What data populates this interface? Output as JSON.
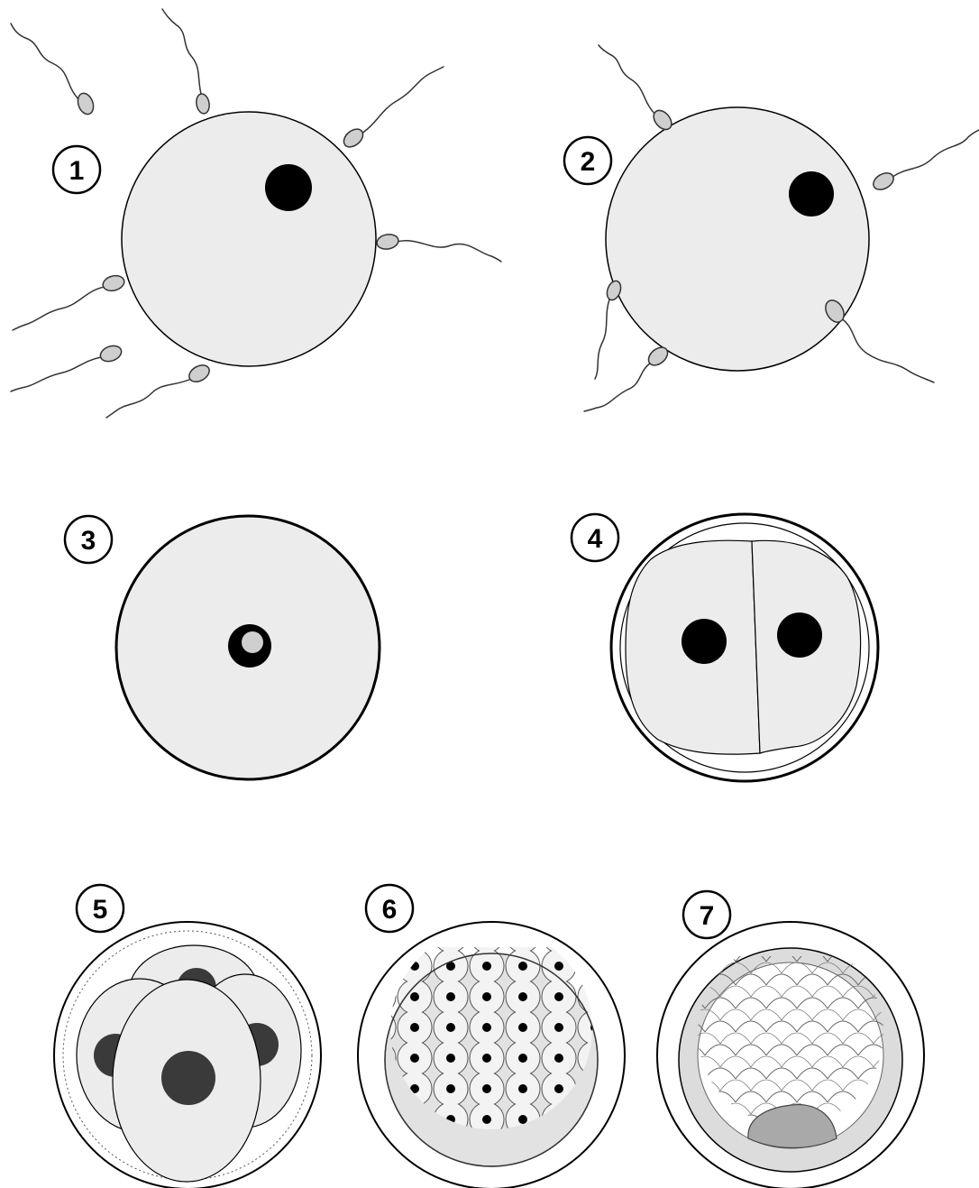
{
  "stages": [
    {
      "number": "1"
    },
    {
      "number": "2"
    },
    {
      "number": "3"
    },
    {
      "number": "4"
    },
    {
      "number": "5"
    },
    {
      "number": "6"
    },
    {
      "number": "7"
    }
  ],
  "colors": {
    "cell_fill": "#ececec",
    "outline": "#000000",
    "nucleus": "#000000",
    "blastomere_nucleus": "#3a3a3a",
    "inner_cell_mass": "#a9a9a9",
    "sperm_head": "#cfcfcf",
    "background": "#ffffff"
  }
}
